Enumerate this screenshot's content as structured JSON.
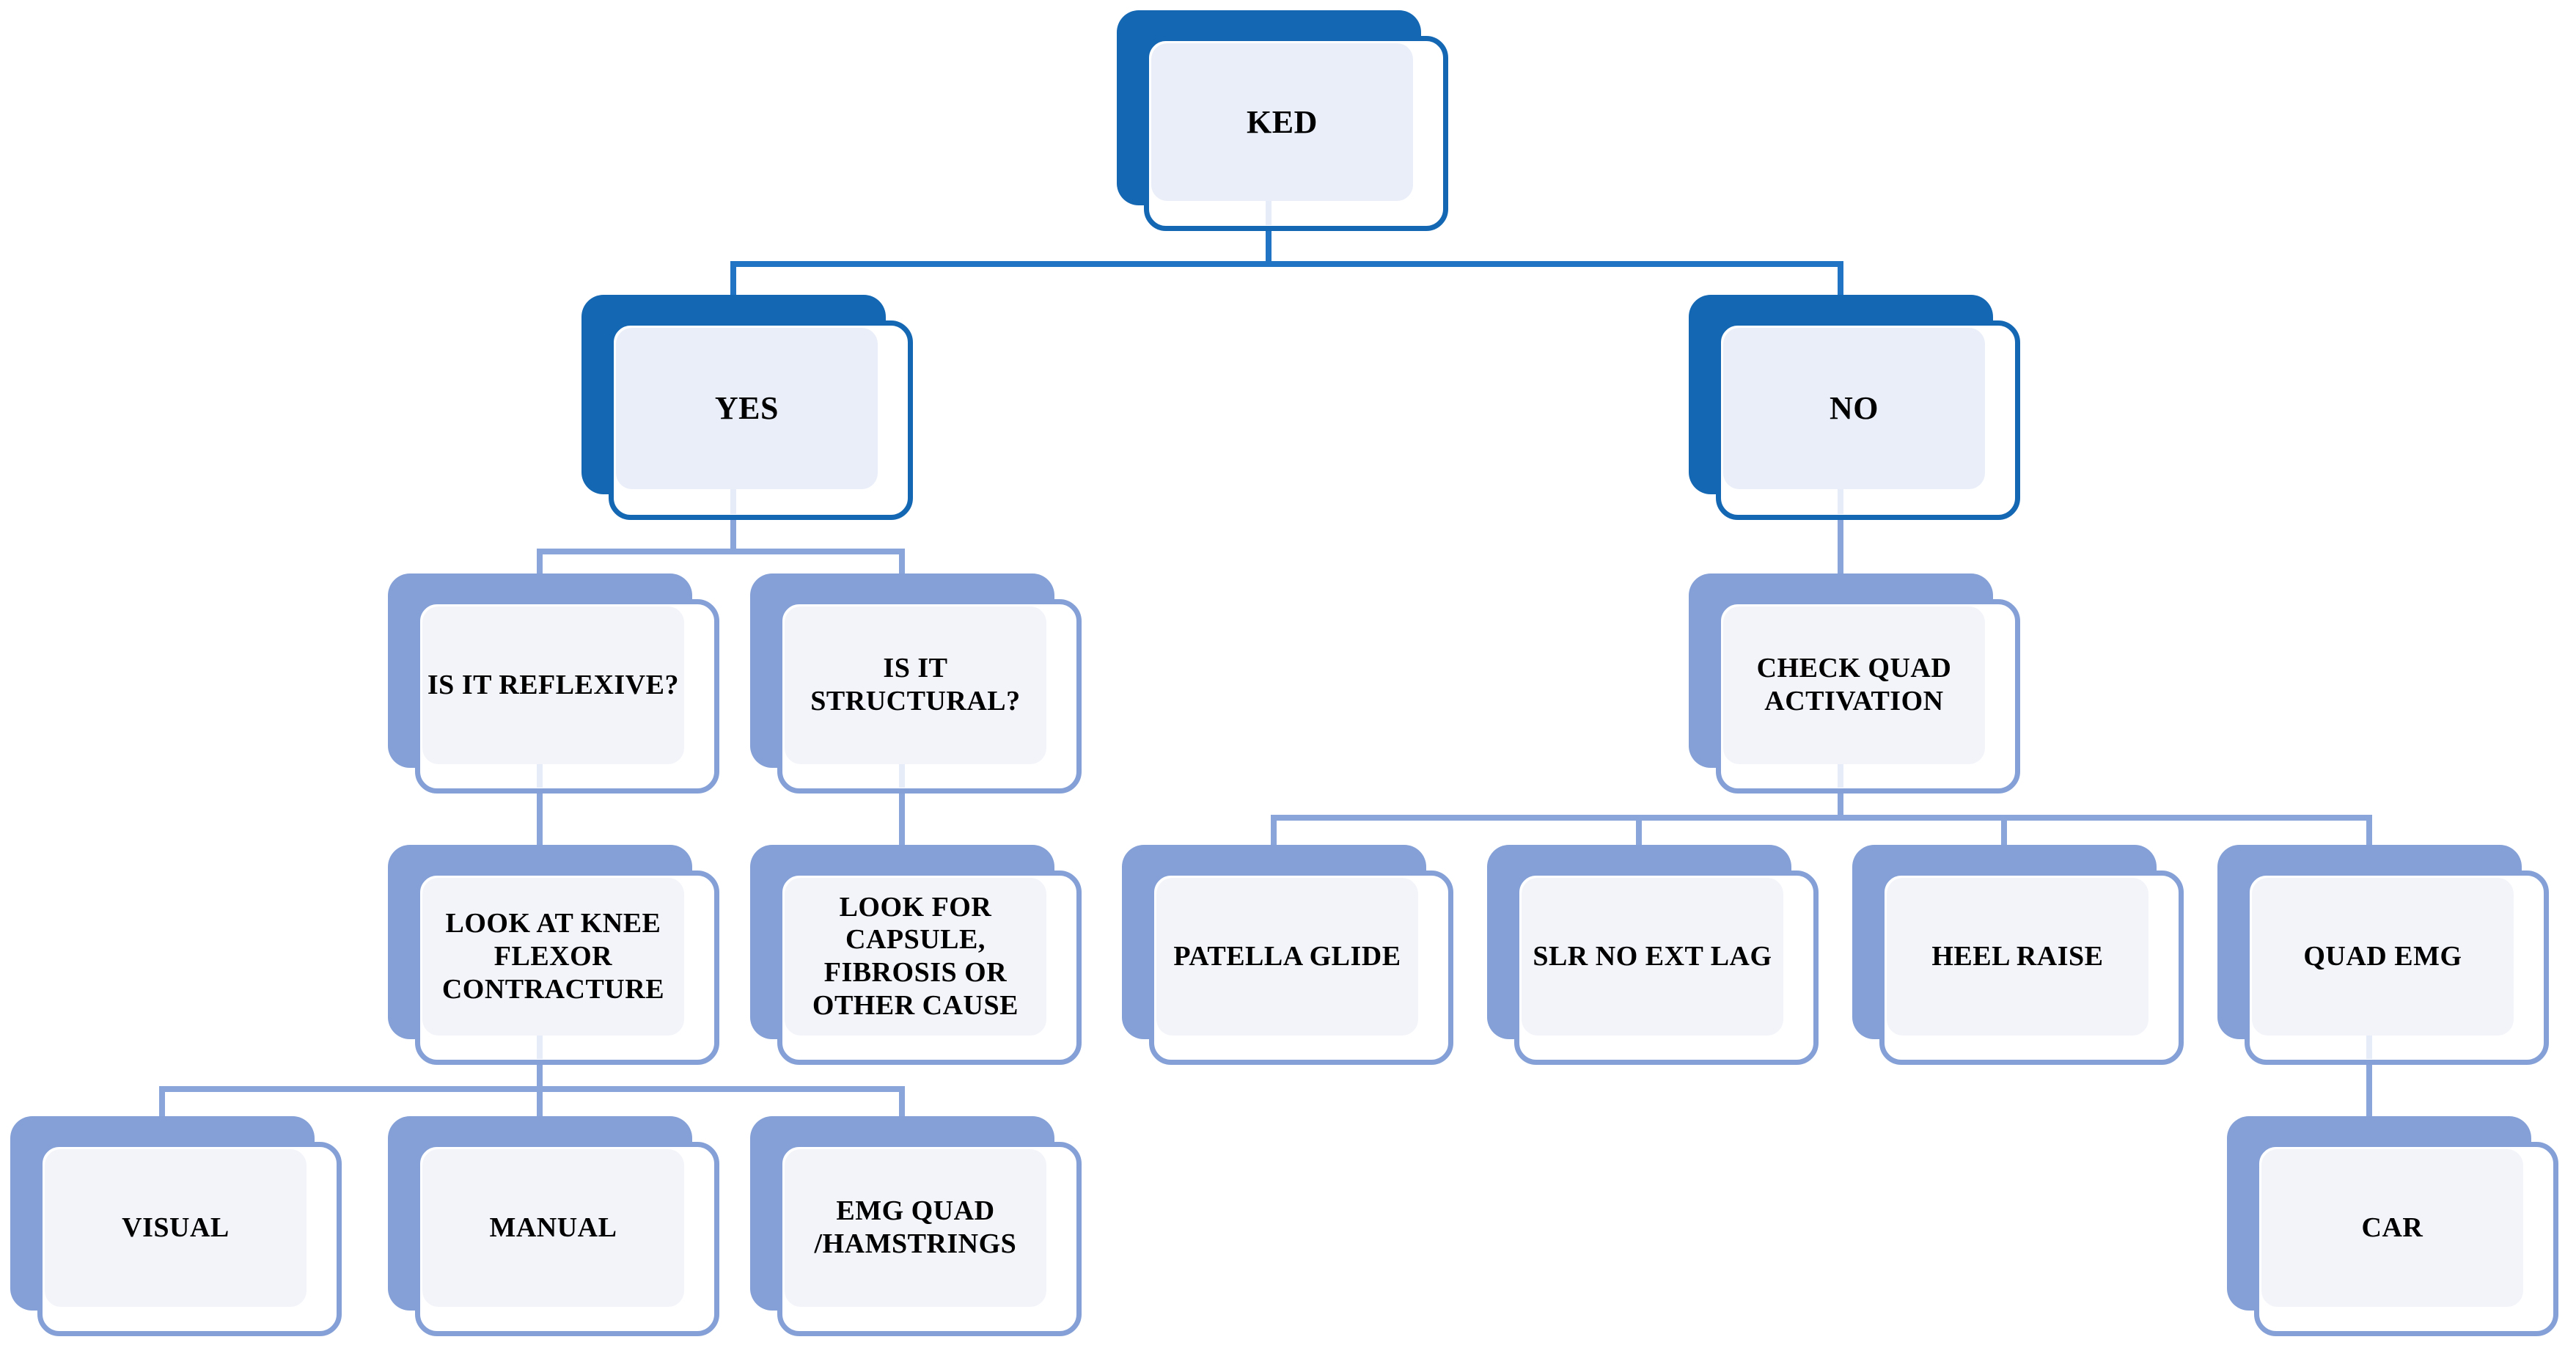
{
  "diagram_type": "decision-tree-flowchart",
  "nodes": {
    "ked": {
      "label": "KED",
      "level": 1
    },
    "yes": {
      "label": "YES",
      "level": 1
    },
    "no": {
      "label": "NO",
      "level": 1
    },
    "reflexive": {
      "label": "IS IT REFLEXIVE?",
      "level": 2
    },
    "structural": {
      "label": "IS IT STRUCTURAL?",
      "level": 2
    },
    "check_quad": {
      "label": "CHECK QUAD ACTIVATION",
      "level": 2
    },
    "knee_flexor": {
      "label": "LOOK AT KNEE FLEXOR CONTRACTURE",
      "level": 3
    },
    "capsule": {
      "label": "LOOK FOR CAPSULE, FIBROSIS OR OTHER CAUSE",
      "level": 3
    },
    "patella": {
      "label": "PATELLA GLIDE",
      "level": 3
    },
    "slr": {
      "label": "SLR NO EXT LAG",
      "level": 3
    },
    "heel": {
      "label": "HEEL RAISE",
      "level": 3
    },
    "quad_emg": {
      "label": "QUAD EMG",
      "level": 3
    },
    "visual": {
      "label": "VISUAL",
      "level": 4
    },
    "manual": {
      "label": "MANUAL",
      "level": 4
    },
    "emg_ham": {
      "label": "EMG QUAD /HAMSTRINGS",
      "level": 4
    },
    "car": {
      "label": "CAR",
      "level": 4
    }
  },
  "edges": [
    {
      "from": "ked",
      "to": "yes"
    },
    {
      "from": "ked",
      "to": "no"
    },
    {
      "from": "yes",
      "to": "reflexive"
    },
    {
      "from": "yes",
      "to": "structural"
    },
    {
      "from": "no",
      "to": "check_quad"
    },
    {
      "from": "reflexive",
      "to": "knee_flexor"
    },
    {
      "from": "structural",
      "to": "capsule"
    },
    {
      "from": "check_quad",
      "to": "patella"
    },
    {
      "from": "check_quad",
      "to": "slr"
    },
    {
      "from": "check_quad",
      "to": "heel"
    },
    {
      "from": "check_quad",
      "to": "quad_emg"
    },
    {
      "from": "knee_flexor",
      "to": "visual"
    },
    {
      "from": "knee_flexor",
      "to": "manual"
    },
    {
      "from": "knee_flexor",
      "to": "emg_ham"
    },
    {
      "from": "quad_emg",
      "to": "car"
    }
  ],
  "colors": {
    "primary_blue": "#1467b3",
    "connector_blue": "#2173c4",
    "periwinkle": "#84a0d6",
    "connector_periwinkle": "#8aa5da",
    "node_fill_top_level": "#e9eef8",
    "node_fill_sub_level": "#f2f4fa",
    "text": "#000000",
    "background": "#ffffff"
  }
}
